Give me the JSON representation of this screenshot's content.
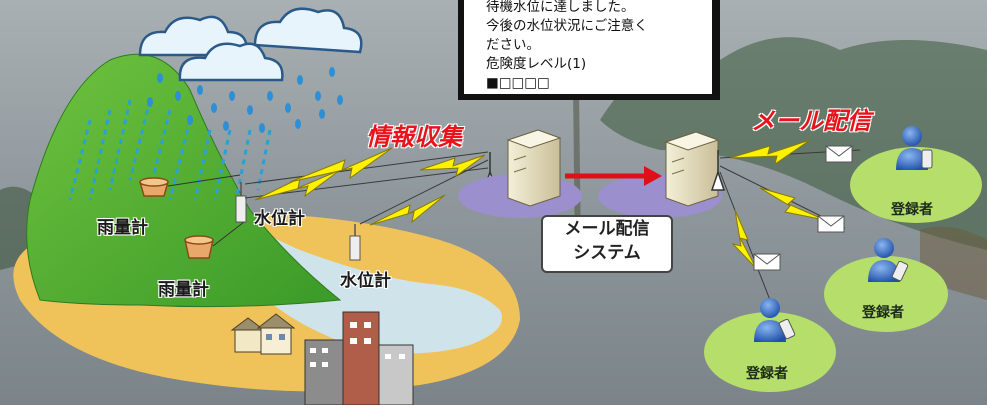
{
  "labels": {
    "rain_gauge_1": "雨量計",
    "rain_gauge_2": "雨量計",
    "water_gauge_1": "水位計",
    "water_gauge_2": "水位計",
    "info_collection": "情報収集",
    "mail_delivery": "メール配信",
    "system_line1": "メール配信",
    "system_line2": "システム",
    "registrant_1": "登録者",
    "registrant_2": "登録者",
    "registrant_3": "登録者"
  },
  "mail_message": {
    "lines": [
      "待機水位に達しました。",
      "今後の水位状況にご注意く",
      "ださい。",
      "危険度レベル(1)",
      "■□□□□"
    ]
  },
  "colors": {
    "alert_red": "#e8141c",
    "hill_green": "#4cae2e",
    "sand_yellow": "#f0c25a",
    "river_blue": "#cfe4ea",
    "registrant_green": "#b6de6a",
    "server_zone_purple": "#9b8fce",
    "lightning_yellow": "#fff200"
  }
}
